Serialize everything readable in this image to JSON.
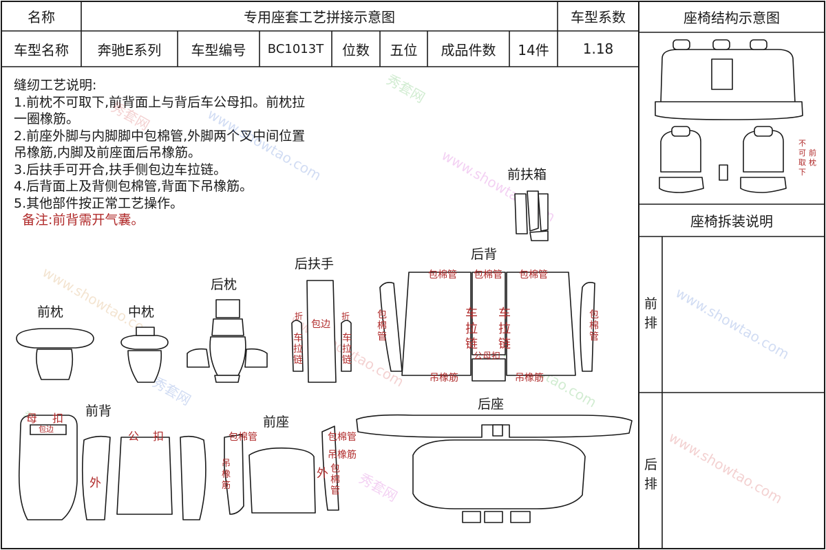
{
  "header": {
    "name_label": "名称",
    "title": "专用座套工艺拼接示意图",
    "coef_label": "车型系数",
    "struct_title": "座椅结构示意图"
  },
  "info": {
    "model_name_label": "车型名称",
    "model_name": "奔驰E系列",
    "model_no_label": "车型编号",
    "model_no": "BC1013T",
    "seats_label": "位数",
    "seats": "五位",
    "pieces_label": "成品件数",
    "pieces": "14件",
    "coef": "1.18"
  },
  "notes": {
    "heading": "缝纫工艺说明:",
    "lines": [
      "1.前枕不可取下,前背面上与背后车公母扣。前枕拉",
      "一圈橡筋。",
      "2.前座外脚与内脚脚中包棉管,外脚两个叉中间位置",
      "吊橡筋,内脚及前座面后吊橡筋。",
      "3.后扶手可开合,扶手侧包边车拉链。",
      "4.后背面上及背侧包棉管,背面下吊橡筋。",
      "5.其他部件按正常工艺操作。"
    ],
    "remark": "备注:前背需开气囊。"
  },
  "right_panel": {
    "side_note": [
      "不",
      "可",
      "前",
      "取",
      "枕",
      "下"
    ],
    "disassembly_title": "座椅拆装说明",
    "front_row": [
      "前",
      "排"
    ],
    "rear_row": [
      "后",
      "排"
    ]
  },
  "parts": {
    "front_box": "前扶箱",
    "rear_armrest": "后扶手",
    "rear_back": "后背",
    "rear_headrest": "后枕",
    "front_headrest": "前枕",
    "mid_headrest": "中枕",
    "front_back": "前背",
    "front_seat": "前座",
    "rear_seat": "后座"
  },
  "annotations": {
    "fold": [
      "折",
      "折"
    ],
    "edge_wrap": "包边",
    "zipper": [
      "车",
      "拉",
      "链"
    ],
    "cotton_tube": "包棉管",
    "cotton_tube_vertical": [
      "包",
      "棉",
      "管"
    ],
    "elastic": "吊橡筋",
    "elastic_vertical": [
      "吊",
      "橡",
      "筋"
    ],
    "snap_pair": "公母扣",
    "female": [
      "母",
      "扣"
    ],
    "male": [
      "公",
      "扣"
    ],
    "outer": "外"
  },
  "watermark": {
    "brand": "秀套网",
    "site": "www.showtao.com"
  }
}
